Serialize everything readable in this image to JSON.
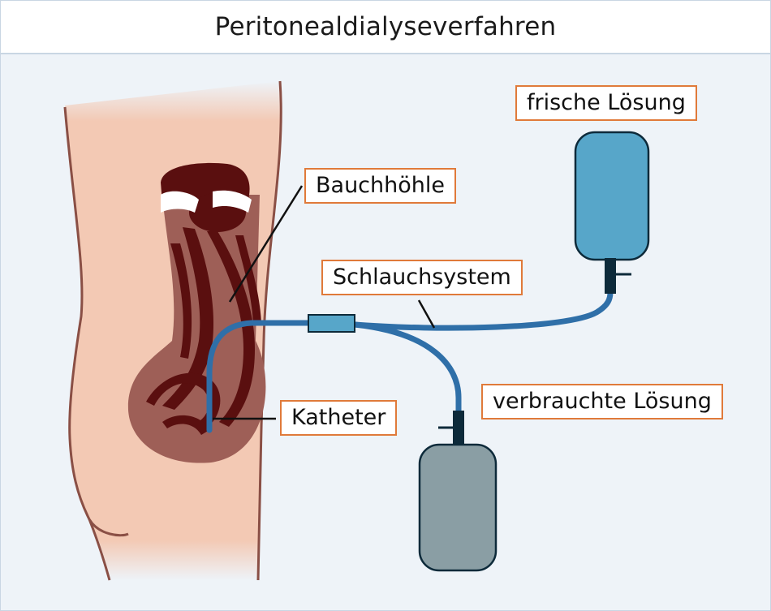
{
  "title": "Peritonealdialyseverfahren",
  "labels": {
    "fresh_solution": "frische Lösung",
    "abdominal_cavity": "Bauchhöhle",
    "tubing_system": "Schlauchsystem",
    "used_solution": "verbrauchte Lösung",
    "catheter": "Katheter"
  },
  "colors": {
    "skin": "#f3c9b4",
    "skin_outline": "#8a4f45",
    "cavity": "#9e5f57",
    "organs": "#5a0f0f",
    "tube": "#2f6fa8",
    "fresh_bag": "#57a6c9",
    "used_bag": "#8a9ea4",
    "bag_outline": "#0d2a3a",
    "label_border": "#e07a3a",
    "background": "#eef3f8"
  }
}
